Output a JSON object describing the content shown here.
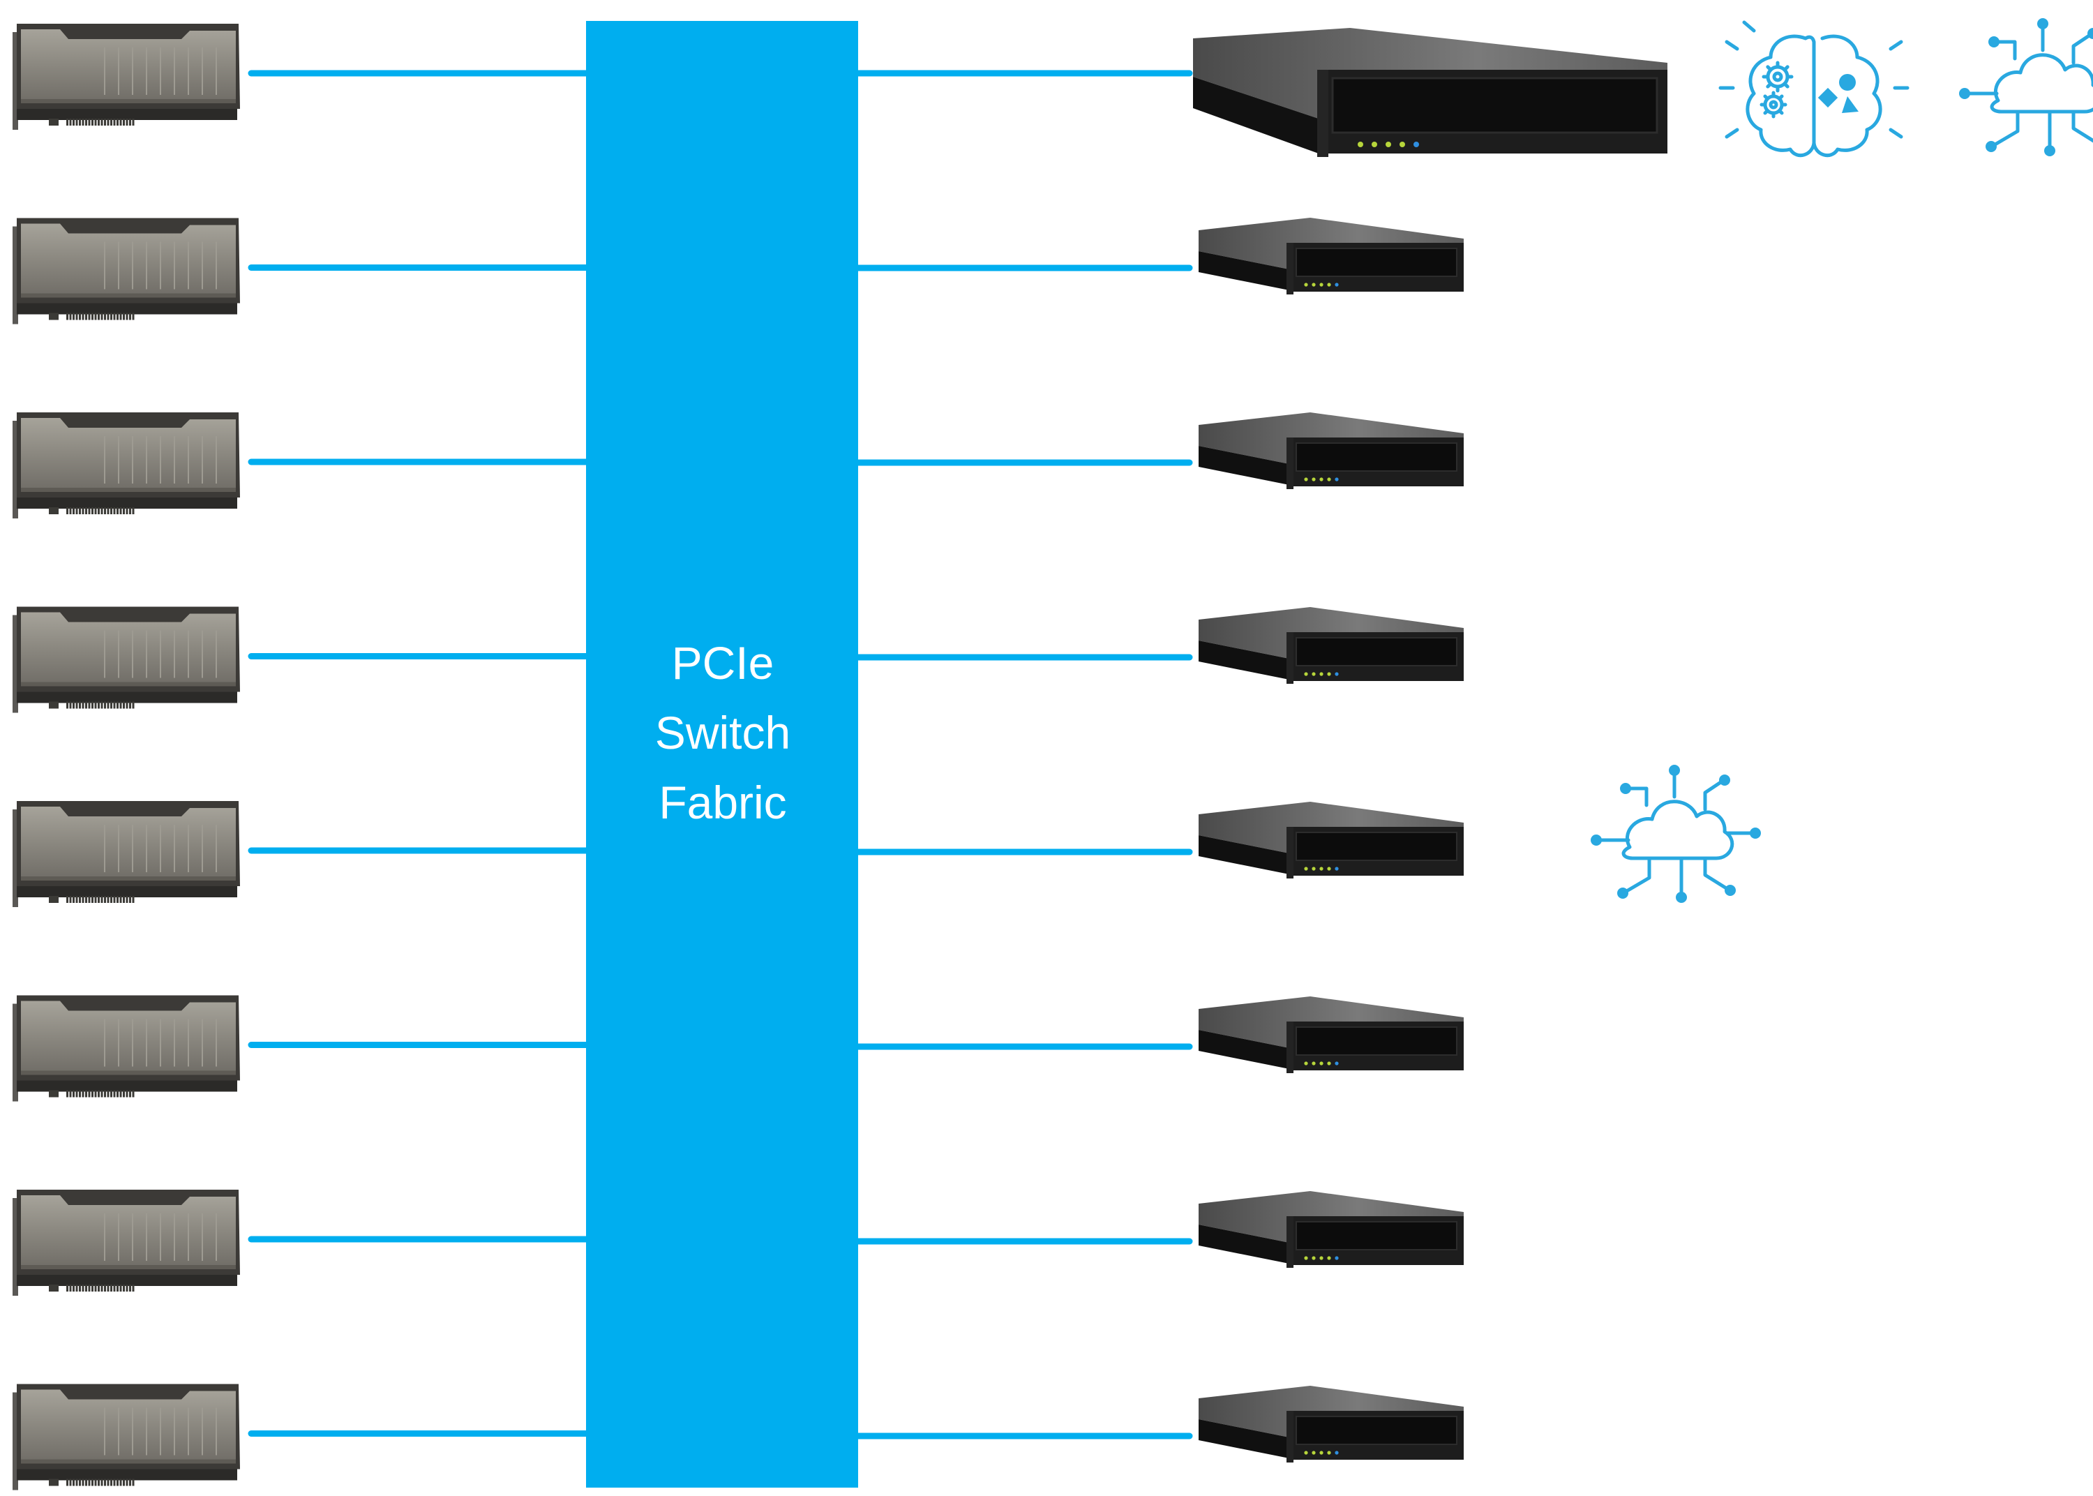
{
  "switch": {
    "label_lines": [
      "PCIe",
      "Switch",
      "Fabric"
    ],
    "color": "#00AEEF"
  },
  "colors": {
    "link": "#00AEEF",
    "icon": "#29A8E0",
    "gpu_shroud": "#8a877f",
    "gpu_edge": "#3c3a37",
    "gpu_pcb": "#2b2a28",
    "server_top": "#6a6a6a",
    "server_front": "#1d1d1d"
  },
  "nodes": {
    "gpu_count": 8,
    "server_count": 8,
    "gpu_icon": "gpu-card-icon",
    "server_icon": "rack-server-icon"
  },
  "icons": [
    "ai-brain-icon",
    "cloud-network-icon",
    "cloud-network-icon"
  ]
}
